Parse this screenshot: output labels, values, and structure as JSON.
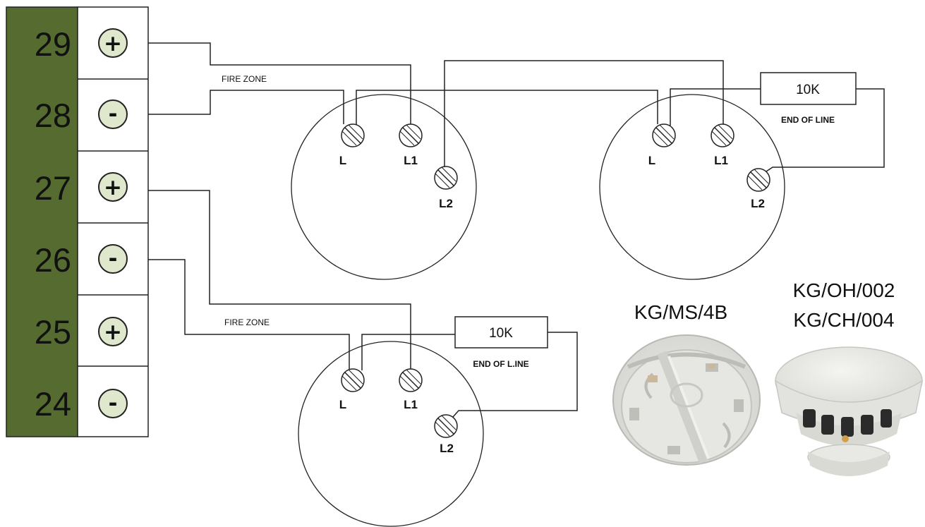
{
  "terminal_block": {
    "color_band": "#556b2f",
    "terminal_fill": "#dfe8cc",
    "terminals": [
      {
        "number": "29",
        "sign": "+"
      },
      {
        "number": "28",
        "sign": "-"
      },
      {
        "number": "27",
        "sign": "+"
      },
      {
        "number": "26",
        "sign": "-"
      },
      {
        "number": "25",
        "sign": "+"
      },
      {
        "number": "24",
        "sign": "-"
      }
    ]
  },
  "zone_labels": {
    "zone_top": "FIRE ZONE",
    "zone_bottom": "FIRE ZONE"
  },
  "detector_bases": {
    "base_top_left": {
      "l": "L",
      "l1": "L1",
      "l2": "L2"
    },
    "base_top_right": {
      "l": "L",
      "l1": "L1",
      "l2": "L2"
    },
    "base_bottom": {
      "l": "L",
      "l1": "L1",
      "l2": "L2"
    }
  },
  "resistors": {
    "top": {
      "value": "10K",
      "caption": "END OF LINE"
    },
    "bottom": {
      "value": "10K",
      "caption": "END OF L.INE"
    }
  },
  "products": {
    "base_model": "KG/MS/4B",
    "detector_models": [
      "KG/OH/002",
      "KG/CH/004"
    ]
  }
}
